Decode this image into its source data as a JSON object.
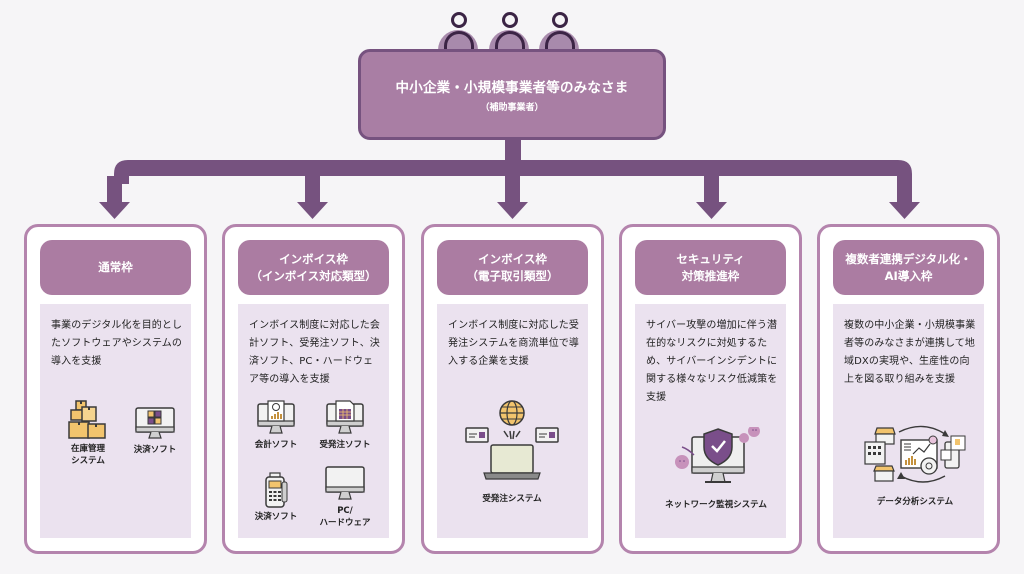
{
  "top": {
    "title": "中小企業・小規模事業者等のみなさま",
    "subtitle": "（補助事業者）",
    "icon": "people-icon"
  },
  "colors": {
    "background": "#f6f5f7",
    "top_box_fill": "#a97ea4",
    "top_box_border": "#76527f",
    "connector": "#76527f",
    "card_border": "#b484ad",
    "card_header": "#ab7ca2",
    "card_body": "#ebe2ef",
    "icon_accent_yellow": "#f2c46d",
    "icon_accent_purple": "#7a4e8a"
  },
  "cards": [
    {
      "header_line1": "通常枠",
      "header_line2": "",
      "description": "事業のデジタル化を目的としたソフトウェアやシステムの導入を支援",
      "icons": [
        {
          "name": "inventory-boxes-icon",
          "label_line1": "在庫管理",
          "label_line2": "システム"
        },
        {
          "name": "payment-software-monitor-icon",
          "label_line1": "決済ソフト",
          "label_line2": ""
        }
      ]
    },
    {
      "header_line1": "インボイス枠",
      "header_line2": "（インボイス対応類型）",
      "description": "インボイス制度に対応した会計ソフト、受発注ソフト、決済ソフト、PC・ハードウェア等の導入を支援",
      "icons": [
        {
          "name": "accounting-software-monitor-icon",
          "label_line1": "会計ソフト",
          "label_line2": ""
        },
        {
          "name": "order-software-monitor-icon",
          "label_line1": "受発注ソフト",
          "label_line2": ""
        },
        {
          "name": "payment-terminal-icon",
          "label_line1": "決済ソフト",
          "label_line2": ""
        },
        {
          "name": "pc-monitor-icon",
          "label_line1": "PC/",
          "label_line2": "ハードウェア"
        }
      ]
    },
    {
      "header_line1": "インボイス枠",
      "header_line2": "（電子取引類型）",
      "description": "インボイス制度に対応した受発注システムを商流単位で導入する企業を支援",
      "icons": [
        {
          "name": "globe-laptop-network-icon",
          "label_line1": "受発注システム",
          "label_line2": ""
        }
      ]
    },
    {
      "header_line1": "セキュリティ",
      "header_line2": "対策推進枠",
      "description": "サイバー攻撃の増加に伴う潜在的なリスクに対処するため、サイバーインシデントに関する様々なリスク低減策を支援",
      "icons": [
        {
          "name": "shield-monitor-virus-icon",
          "label_line1": "ネットワーク監視システム",
          "label_line2": ""
        }
      ]
    },
    {
      "header_line1": "複数者連携デジタル化・",
      "header_line2": "AI導入枠",
      "description": "複数の中小企業・小規模事業者等のみなさまが連携して地域DXの実現や、生産性の向上を図る取り組みを支援",
      "icons": [
        {
          "name": "data-analysis-cycle-icon",
          "label_line1": "データ分析システム",
          "label_line2": ""
        }
      ]
    }
  ]
}
